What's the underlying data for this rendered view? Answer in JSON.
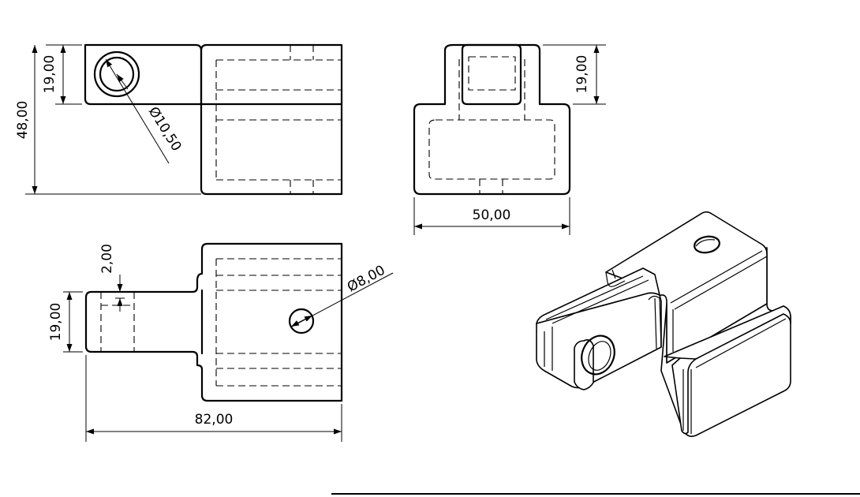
{
  "dimensions": {
    "front_view": {
      "overall_height": "48,00",
      "tab_height": "19,00",
      "hole_diameter": "Ø10,50"
    },
    "side_view": {
      "tab_height": "19,00",
      "width": "50,00"
    },
    "top_view": {
      "wall": "2,00",
      "tab_width": "19,00",
      "hole_diameter": "Ø8,00",
      "overall_length": "82,00"
    }
  }
}
